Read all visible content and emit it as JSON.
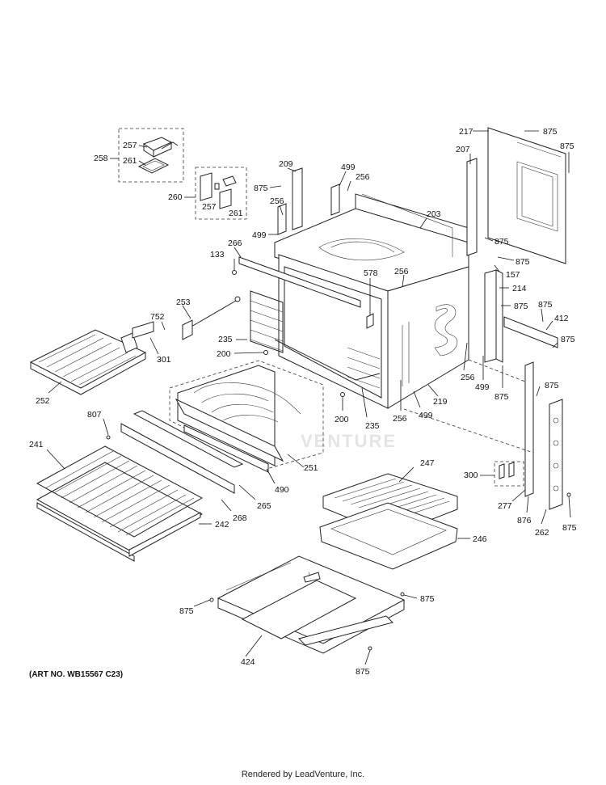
{
  "diagram": {
    "art_number": "(ART NO. WB15567 C23)",
    "footer": "Rendered by LeadVenture, Inc.",
    "watermark": "VENTURE",
    "callouts": [
      {
        "id": "c875a",
        "text": "875"
      },
      {
        "id": "c217",
        "text": "217"
      },
      {
        "id": "c875b",
        "text": "875"
      },
      {
        "id": "c207",
        "text": "207"
      },
      {
        "id": "c257a",
        "text": "257"
      },
      {
        "id": "c258",
        "text": "258"
      },
      {
        "id": "c261a",
        "text": "261"
      },
      {
        "id": "c209",
        "text": "209"
      },
      {
        "id": "c499a",
        "text": "499"
      },
      {
        "id": "c875c",
        "text": "875"
      },
      {
        "id": "c256a",
        "text": "256"
      },
      {
        "id": "c260",
        "text": "260"
      },
      {
        "id": "c257b",
        "text": "257"
      },
      {
        "id": "c261b",
        "text": "261"
      },
      {
        "id": "c256b",
        "text": "256"
      },
      {
        "id": "c203",
        "text": "203"
      },
      {
        "id": "c499b",
        "text": "499"
      },
      {
        "id": "c875d",
        "text": "875"
      },
      {
        "id": "c875e",
        "text": "875"
      },
      {
        "id": "c266",
        "text": "266"
      },
      {
        "id": "c133",
        "text": "133"
      },
      {
        "id": "c578",
        "text": "578"
      },
      {
        "id": "c256c",
        "text": "256"
      },
      {
        "id": "c157",
        "text": "157"
      },
      {
        "id": "c214",
        "text": "214"
      },
      {
        "id": "c253",
        "text": "253"
      },
      {
        "id": "c875f",
        "text": "875"
      },
      {
        "id": "c875g",
        "text": "875"
      },
      {
        "id": "c752",
        "text": "752"
      },
      {
        "id": "c412",
        "text": "412"
      },
      {
        "id": "c875h",
        "text": "875"
      },
      {
        "id": "c235a",
        "text": "235"
      },
      {
        "id": "c301",
        "text": "301"
      },
      {
        "id": "c200a",
        "text": "200"
      },
      {
        "id": "c256d",
        "text": "256"
      },
      {
        "id": "c499c",
        "text": "499"
      },
      {
        "id": "c875i",
        "text": "875"
      },
      {
        "id": "c219",
        "text": "219"
      },
      {
        "id": "c875j",
        "text": "875"
      },
      {
        "id": "c252",
        "text": "252"
      },
      {
        "id": "c807",
        "text": "807"
      },
      {
        "id": "c200b",
        "text": "200"
      },
      {
        "id": "c235b",
        "text": "235"
      },
      {
        "id": "c256e",
        "text": "256"
      },
      {
        "id": "c499d",
        "text": "499"
      },
      {
        "id": "c241",
        "text": "241"
      },
      {
        "id": "c251",
        "text": "251"
      },
      {
        "id": "c247",
        "text": "247"
      },
      {
        "id": "c300",
        "text": "300"
      },
      {
        "id": "c490",
        "text": "490"
      },
      {
        "id": "c265",
        "text": "265"
      },
      {
        "id": "c268",
        "text": "268"
      },
      {
        "id": "c277",
        "text": "277"
      },
      {
        "id": "c242",
        "text": "242"
      },
      {
        "id": "c876",
        "text": "876"
      },
      {
        "id": "c262",
        "text": "262"
      },
      {
        "id": "c875k",
        "text": "875"
      },
      {
        "id": "c246",
        "text": "246"
      },
      {
        "id": "c875l",
        "text": "875"
      },
      {
        "id": "c875m",
        "text": "875"
      },
      {
        "id": "c424",
        "text": "424"
      },
      {
        "id": "c875n",
        "text": "875"
      }
    ]
  }
}
